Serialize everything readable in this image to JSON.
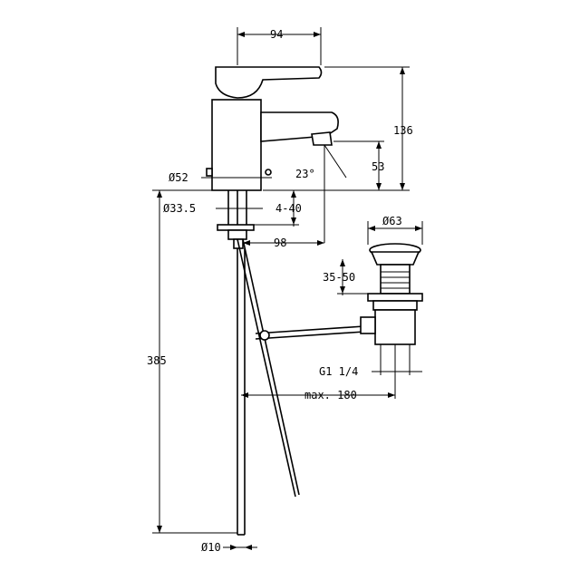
{
  "diagram": {
    "dimensions": {
      "lever_reach": "94",
      "total_height": "136",
      "spout_height": "53",
      "spout_angle": "23°",
      "body_diameter": "Ø52",
      "hole_diameter": "Ø33.5",
      "deck_thickness": "4-40",
      "spout_reach": "98",
      "waste_diameter": "Ø63",
      "waste_adjust": "35-50",
      "connection": "G1 1/4",
      "max_distance": "max. 180",
      "tail_length": "385",
      "tail_diameter": "Ø10"
    }
  }
}
